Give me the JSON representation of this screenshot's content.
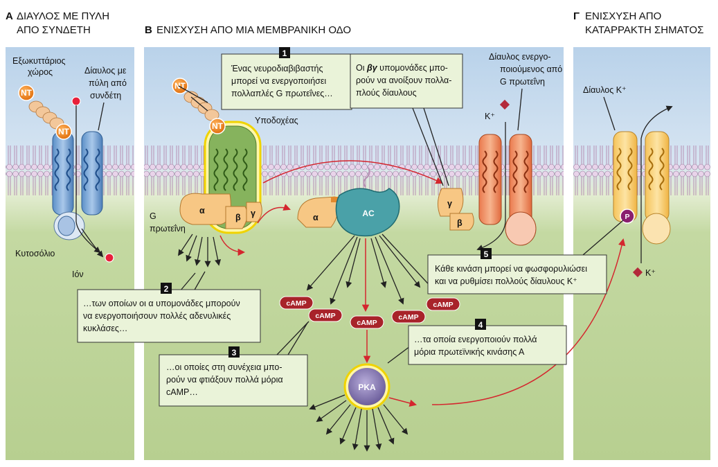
{
  "headers": {
    "a_letter": "Α",
    "a_line1": "ΔΙΑΥΛΟΣ ΜΕ ΠΥΛΗ",
    "a_line2": "ΑΠΟ ΣΥΝΔΕΤΗ",
    "b_letter": "Β",
    "b_text": "ΕΝΙΣΧΥΣΗ ΑΠΟ ΜΙΑ ΜΕΜΒΡΑΝΙΚΗ ΟΔΟ",
    "c_letter": "Γ",
    "c_line1": "ΕΝΙΣΧΥΣΗ ΑΠΟ",
    "c_line2": "ΚΑΤΑΡΡΑΚΤΗ ΣΗΜΑΤΟΣ"
  },
  "panel_a": {
    "extracellular_1": "Εξωκυττάριος",
    "extracellular_2": "χώρος",
    "channel_1": "Δίαυλος με",
    "channel_2": "πύλη από",
    "channel_3": "συνδέτη",
    "cytosol": "Κυτοσόλιο",
    "ion": "Ιόν",
    "nt": "NT"
  },
  "panel_b": {
    "nt": "NT",
    "receptor": "Υποδοχέας",
    "gprotein_1": "G",
    "gprotein_2": "πρωτεΐνη",
    "alpha": "α",
    "beta": "β",
    "gamma": "γ",
    "ac": "AC",
    "pka": "PKA",
    "camp": "cAMP",
    "gchannel_1": "Δίαυλος ενεργο-",
    "gchannel_2": "ποιούμενος από",
    "gchannel_3": "G πρωτεΐνη",
    "kplus": "K⁺"
  },
  "panel_c": {
    "kchannel": "Δίαυλος K⁺",
    "p": "P",
    "kplus": "K⁺"
  },
  "boxes": {
    "b1": {
      "num": "1",
      "l1": "Ένας νευροδιαβιβαστής",
      "l2": "μπορεί να ενεργοποιήσει",
      "l3": "πολλαπλές G πρωτεΐνες…"
    },
    "bbg": {
      "l1a": "Οι ",
      "l1b": "βγ",
      "l1c": " υπομονάδες μπο-",
      "l2": "ρούν να ανοίξουν πολλα-",
      "l3": "πλούς δίαυλους"
    },
    "b2": {
      "num": "2",
      "l1": "…των οποίων οι α υπομονάδες μπορούν",
      "l2": "να ενεργοποιήσουν πολλές αδενυλικές",
      "l3": "κυκλάσες…"
    },
    "b3": {
      "num": "3",
      "l1": "…οι οποίες στη συνέχεια μπο-",
      "l2": "ρούν να φτιάξουν πολλά μόρια",
      "l3": "cAMP…"
    },
    "b4": {
      "num": "4",
      "l1": "…τα οποία ενεργοποιούν πολλά",
      "l2": "μόρια πρωτεϊνικής κινάσης Α"
    },
    "b5": {
      "num": "5",
      "l1": "Κάθε κινάση μπορεί να φωσφορυλιώσει",
      "l2": "και να ρυθμίσει πολλούς δίαυλους K⁺"
    }
  },
  "colors": {
    "extracellular": "#c9dcee",
    "cytosol": "#c4d9a2",
    "receptor": "#7eaa52",
    "gprotein": "#f7c784",
    "ac": "#4aa1a8",
    "camp": "#a8232a",
    "pka": "#8c7bb5",
    "arrow_red": "#d4262e"
  }
}
